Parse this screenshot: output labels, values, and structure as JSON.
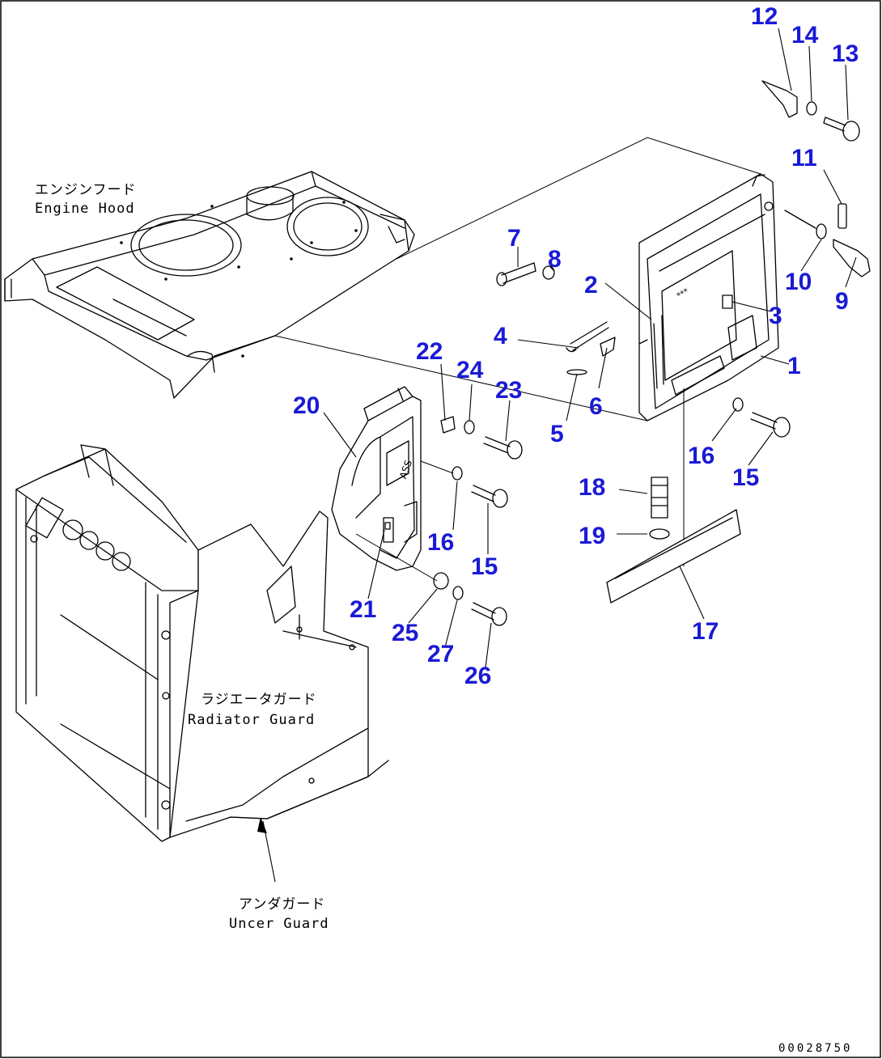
{
  "ref_labels": {
    "engine_hood_jp": "エンジンフード",
    "engine_hood_en": "Engine Hood",
    "radiator_guard_jp": "ラジエータガード",
    "radiator_guard_en": "Radiator Guard",
    "under_guard_jp": "アンダガード",
    "under_guard_en": "Uncer Guard"
  },
  "drawing_number": "00028750",
  "part_numbers": [
    {
      "id": "p12",
      "text": "12"
    },
    {
      "id": "p14",
      "text": "14"
    },
    {
      "id": "p13",
      "text": "13"
    },
    {
      "id": "p11",
      "text": "11"
    },
    {
      "id": "p10",
      "text": "10"
    },
    {
      "id": "p9",
      "text": "9"
    },
    {
      "id": "p7",
      "text": "7"
    },
    {
      "id": "p8",
      "text": "8"
    },
    {
      "id": "p2",
      "text": "2"
    },
    {
      "id": "p3",
      "text": "3"
    },
    {
      "id": "p4",
      "text": "4"
    },
    {
      "id": "p1",
      "text": "1"
    },
    {
      "id": "p6",
      "text": "6"
    },
    {
      "id": "p5",
      "text": "5"
    },
    {
      "id": "p22",
      "text": "22"
    },
    {
      "id": "p24",
      "text": "24"
    },
    {
      "id": "p23",
      "text": "23"
    },
    {
      "id": "p20",
      "text": "20"
    },
    {
      "id": "p16a",
      "text": "16"
    },
    {
      "id": "p15a",
      "text": "15"
    },
    {
      "id": "p16b",
      "text": "16"
    },
    {
      "id": "p15b",
      "text": "15"
    },
    {
      "id": "p18",
      "text": "18"
    },
    {
      "id": "p19",
      "text": "19"
    },
    {
      "id": "p21",
      "text": "21"
    },
    {
      "id": "p25",
      "text": "25"
    },
    {
      "id": "p27",
      "text": "27"
    },
    {
      "id": "p26",
      "text": "26"
    },
    {
      "id": "p17",
      "text": "17"
    }
  ]
}
